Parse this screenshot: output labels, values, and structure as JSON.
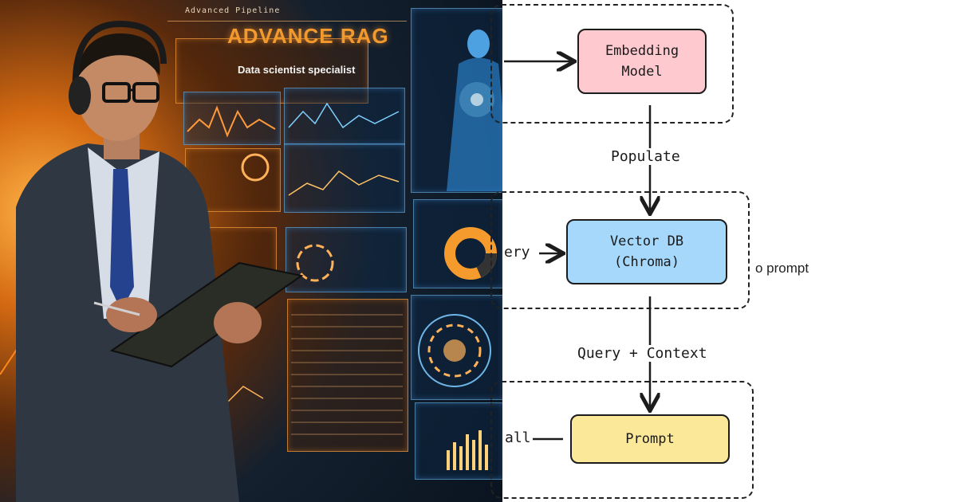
{
  "illustration": {
    "caption": "Advanced Pipeline",
    "title": "ADVANCE RAG",
    "subtitle": "Data scientist specialist"
  },
  "diagram": {
    "nodes": {
      "embedding": "Embedding\nModel",
      "vector_db": "Vector DB\n(Chroma)",
      "prompt": "Prompt"
    },
    "edge_labels": {
      "populate": "Populate",
      "query_context": "Query + Context"
    },
    "cut_texts": {
      "query_fragment": "ery",
      "call_fragment": "all",
      "prompt_fragment": "o prompt"
    }
  },
  "colors": {
    "embedding_fill": "#fec9cf",
    "vector_db_fill": "#a6d8fb",
    "prompt_fill": "#fbe899",
    "stroke": "#1c1c1c"
  }
}
